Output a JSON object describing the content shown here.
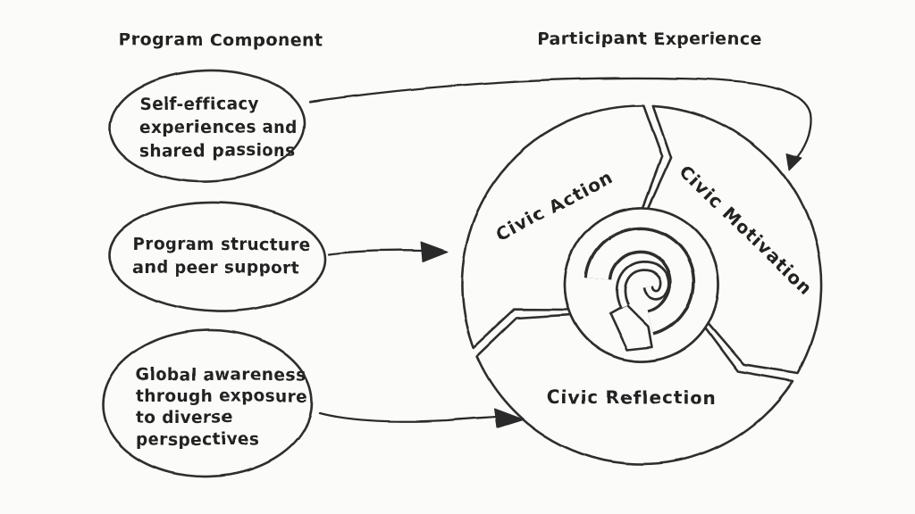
{
  "diagram": {
    "kind": "hand-drawn program logic diagram",
    "left_header": "Program Component",
    "right_header": "Participant Experience",
    "program_components": [
      {
        "label": "Self-efficacy experiences and shared passions",
        "lines": [
          "Self-efficacy",
          "experiences and",
          "shared passions"
        ]
      },
      {
        "label": "Program structure and peer support",
        "lines": [
          "Program structure",
          "and peer support"
        ]
      },
      {
        "label": "Global awareness through exposure to diverse perspectives",
        "lines": [
          "Global awareness",
          "through exposure",
          "to diverse",
          "perspectives"
        ]
      }
    ],
    "cycle": {
      "segments": [
        "Civic Action",
        "Civic Motivation",
        "Civic Reflection"
      ],
      "center_icon": "cycle-arrow-icon"
    },
    "connections": [
      {
        "from": "Self-efficacy experiences and shared passions",
        "to": "Civic Motivation"
      },
      {
        "from": "Program structure and peer support",
        "to": "Civic Action / cycle"
      },
      {
        "from": "Global awareness through exposure to diverse perspectives",
        "to": "Civic Reflection"
      }
    ],
    "colors": {
      "ink": "#2d2d2d",
      "background": "#fbfbf9"
    }
  }
}
